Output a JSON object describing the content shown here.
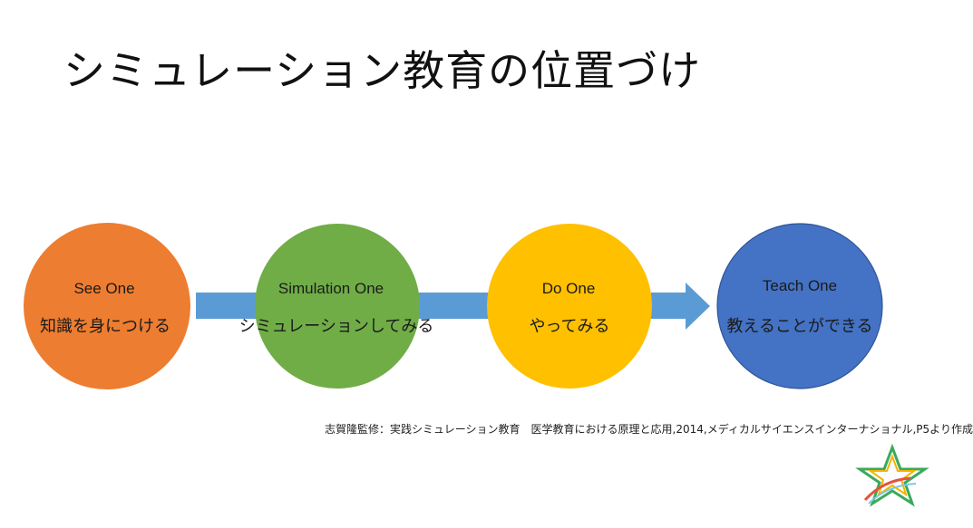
{
  "title": "シミュレーション教育の位置づけ",
  "steps": [
    {
      "name": "See One",
      "desc": "知識を身につける",
      "color": "#ED7D31"
    },
    {
      "name": "Simulation One",
      "desc": "シミュレーションしてみる",
      "color": "#70AD47"
    },
    {
      "name": "Do One",
      "desc": "やってみる",
      "color": "#FFC000"
    },
    {
      "name": "Teach One",
      "desc": "教えることができる",
      "color": "#4472C4"
    }
  ],
  "arrow_color": "#5B9BD5",
  "citation": "志賀隆監修：実践シミュレーション教育　医学教育における原理と応用,2014,メディカルサイエンスインターナショナル,P5より作成"
}
